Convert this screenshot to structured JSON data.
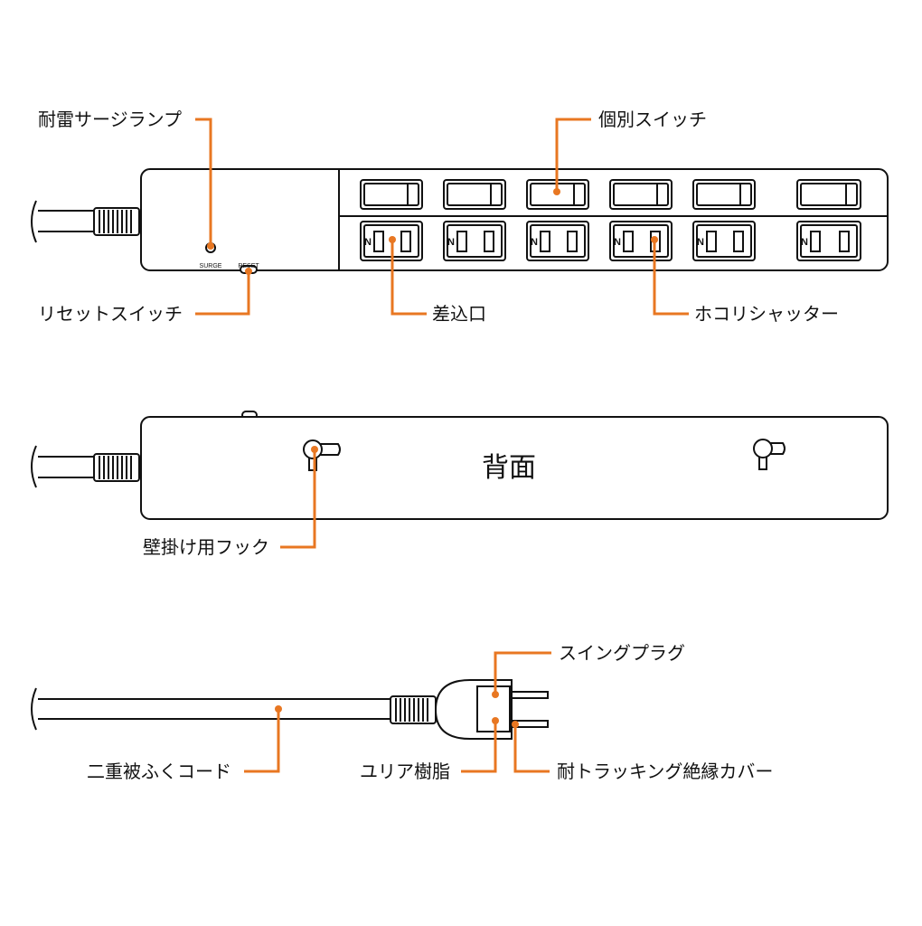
{
  "colors": {
    "accent": "#e87722",
    "stroke": "#111111",
    "background": "#ffffff"
  },
  "front_view": {
    "labels": {
      "surge_lamp": "耐雷サージランプ",
      "individual_switch": "個別スイッチ",
      "reset_switch": "リセットスイッチ",
      "outlet": "差込口",
      "dust_shutter": "ホコリシャッター"
    },
    "panel_text": {
      "surge": "SURGE",
      "reset": "RESET",
      "neutral_mark": "N"
    },
    "outlet_count": 6
  },
  "back_view": {
    "title": "背面",
    "labels": {
      "wall_hook": "壁掛け用フック"
    }
  },
  "side_view": {
    "labels": {
      "swing_plug": "スイングプラグ",
      "cord": "二重被ふくコード",
      "urea_resin": "ユリア樹脂",
      "tracking_cover": "耐トラッキング絶縁カバー"
    }
  }
}
